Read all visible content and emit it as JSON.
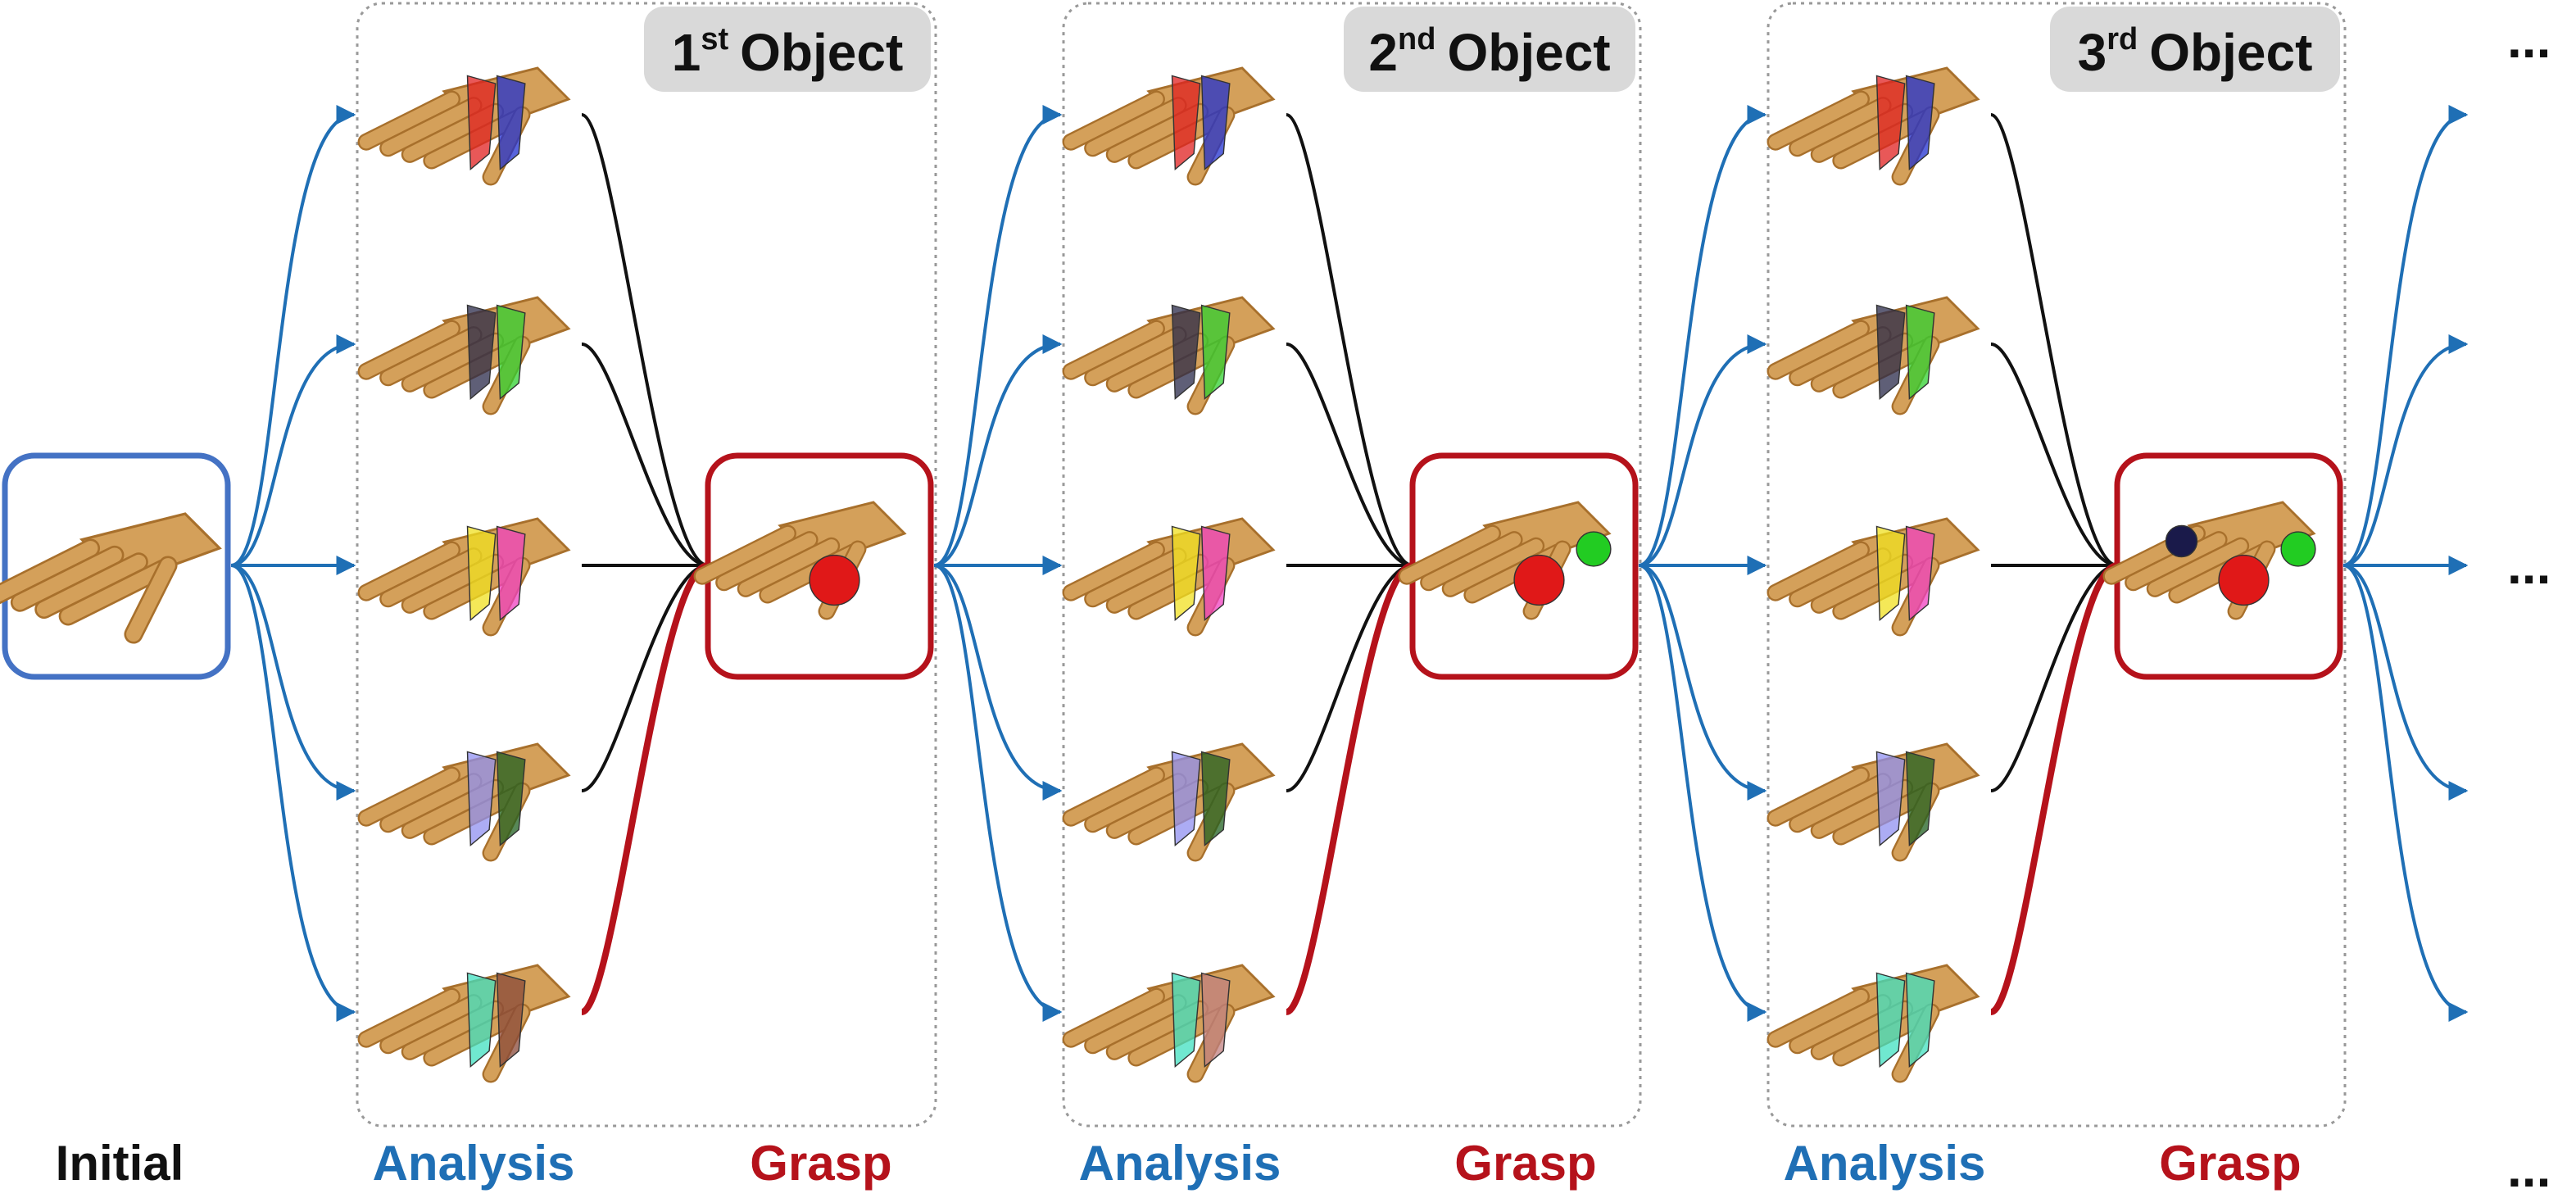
{
  "stages": [
    {
      "label": "1",
      "suffix": "st",
      "word": "Object"
    },
    {
      "label": "2",
      "suffix": "nd",
      "word": "Object"
    },
    {
      "label": "3",
      "suffix": "rd",
      "word": "Object"
    }
  ],
  "bottom_labels": {
    "initial": "Initial",
    "analysis": "Analysis",
    "grasp": "Grasp"
  },
  "ellipsis": "...",
  "colors": {
    "blue": "#1f6fb5",
    "red": "#b5121b",
    "initial_box": "#4472c4",
    "stage_tag": "#d9d9d9",
    "hand": "#d4a05a",
    "hand_dark": "#a8702c"
  },
  "analysis_objects": [
    [
      [
        "#e02020",
        "#2030d0"
      ],
      [
        "#2a2a4a",
        "#30d030"
      ],
      [
        "#f0e020",
        "#f040c0"
      ],
      [
        "#9090f0",
        "#206020"
      ],
      [
        "#40e0c0",
        "#8a4a3a"
      ]
    ],
    [
      [
        "#e02020",
        "#2030d0"
      ],
      [
        "#2a2a4a",
        "#30d030"
      ],
      [
        "#f0e020",
        "#f040c0"
      ],
      [
        "#9090f0",
        "#206020"
      ],
      [
        "#40e0c0",
        "#c08080"
      ]
    ],
    [
      [
        "#e02020",
        "#2030d0"
      ],
      [
        "#2a2a4a",
        "#30d030"
      ],
      [
        "#f0e020",
        "#f040c0"
      ],
      [
        "#9090f0",
        "#206020"
      ],
      [
        "#40e0c0",
        "#40e0c0"
      ]
    ]
  ],
  "grasped": [
    [
      "#e01818"
    ],
    [
      "#e01818",
      "#22cc22"
    ],
    [
      "#e01818",
      "#22cc22",
      "#1a1a4a"
    ]
  ]
}
